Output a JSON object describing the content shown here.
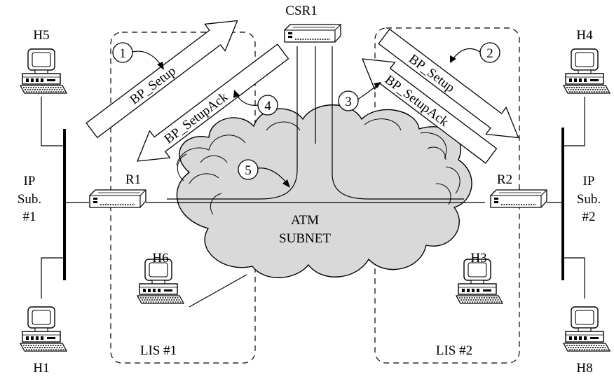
{
  "hosts": {
    "h1": "H1",
    "h3": "H3",
    "h4": "H4",
    "h5": "H5",
    "h6": "H6",
    "h8": "H8"
  },
  "routers": {
    "r1": "R1",
    "r2": "R2",
    "csr": "CSR1"
  },
  "subnets": {
    "left": [
      "IP",
      "Sub.",
      "#1"
    ],
    "right": [
      "IP",
      "Sub.",
      "#2"
    ]
  },
  "lis": {
    "left": "LIS #1",
    "right": "LIS #2"
  },
  "cloud": [
    "ATM",
    "SUBNET"
  ],
  "arrows": {
    "setup_left": "BP_Setup",
    "ack_left": "BP_SetupAck",
    "setup_right": "BP_Setup",
    "ack_right": "BP_SetupAck"
  },
  "steps": [
    "1",
    "2",
    "3",
    "4",
    "5"
  ],
  "colors": {
    "cloud_fill": "#d9d9d9",
    "line": "#000000"
  }
}
